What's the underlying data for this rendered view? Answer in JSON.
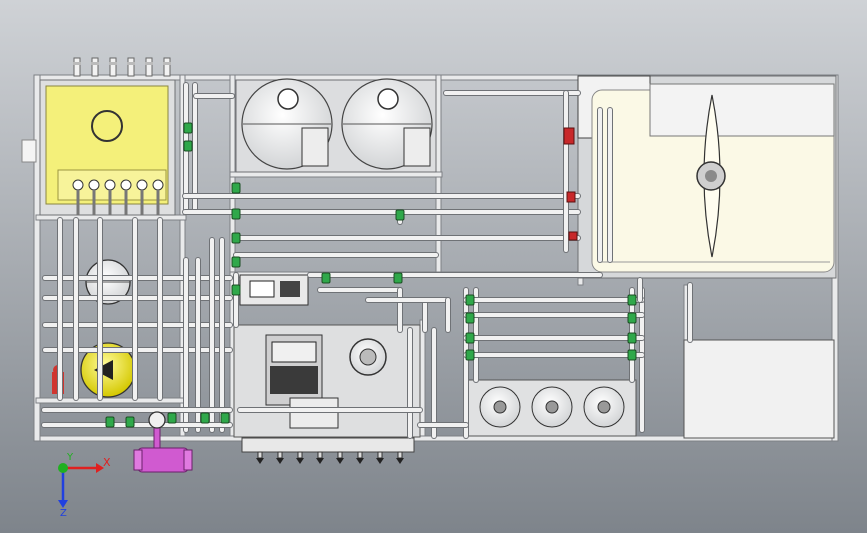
{
  "viewport": {
    "background_top": "#cfd2d6",
    "background_bottom": "#7e848b",
    "frame_color": "#e6e8ea",
    "frame_edge": "#8a8d90",
    "pipe_color": "#eeeeee",
    "tank_yellow": "#f4f07a",
    "vessel_yellow": "#f2e800",
    "fitting_green": "#2fa84a",
    "valve_red": "#c8282a",
    "valve_magenta": "#d05ad0"
  },
  "triad": {
    "x_label": "X",
    "y_label": "Y",
    "z_label": "Z",
    "x_color": "#e02020",
    "y_color": "#20b020",
    "z_color": "#2040e0"
  },
  "model": {
    "nozzle_count_manifold": 8,
    "filter_count": 3,
    "top_fitting_count": 6
  }
}
